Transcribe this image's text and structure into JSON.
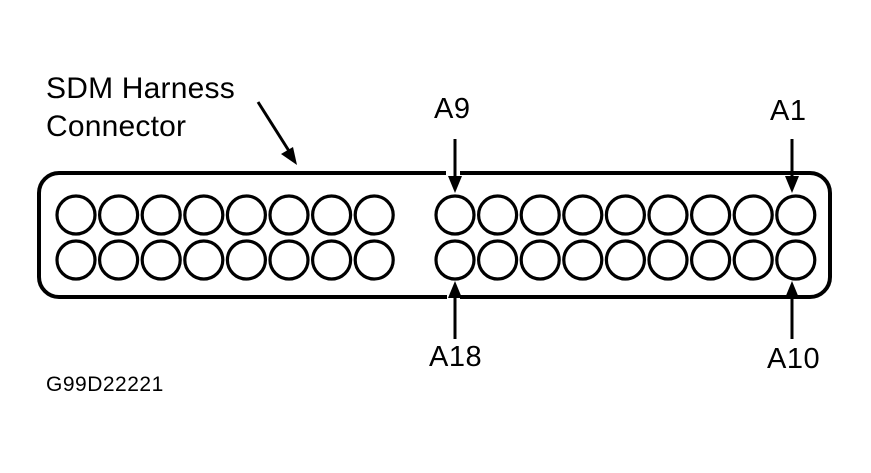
{
  "diagram": {
    "caption_line1": "SDM Harness",
    "caption_line2": "Connector",
    "figure_id": "G99D22221",
    "pin_labels": {
      "a9": "A9",
      "a1": "A1",
      "a18": "A18",
      "a10": "A10"
    },
    "connector": {
      "left_block": {
        "rows": 2,
        "cavities_per_row": 8
      },
      "right_block": {
        "rows": 2,
        "cavities_per_row": 9
      }
    },
    "colors": {
      "ink": "#000000",
      "paper": "#ffffff"
    }
  }
}
